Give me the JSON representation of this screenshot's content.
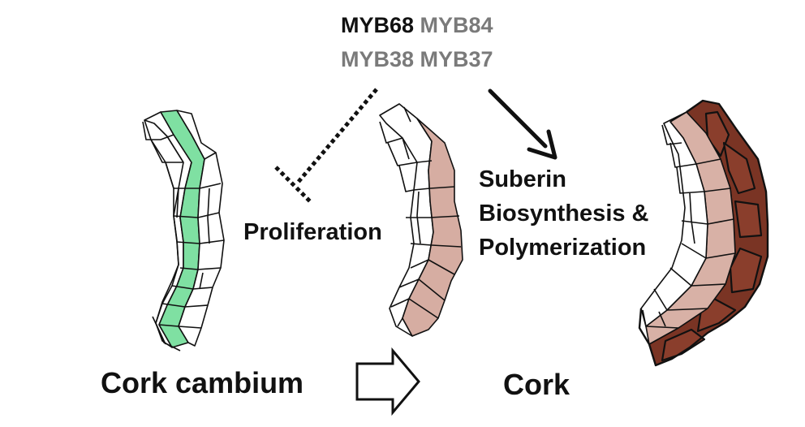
{
  "regulators": {
    "row1": [
      "MYB68",
      "MYB84"
    ],
    "row2": [
      "MYB38",
      "MYB37"
    ],
    "highlight_color": "#111111",
    "other_color": "#7a7a7a"
  },
  "processes": {
    "inhibited": "Proliferation",
    "promoted_line1": "Suberin",
    "promoted_line2": "Biosynthesis &",
    "promoted_line3": "Polymerization"
  },
  "stages": {
    "start": "Cork cambium",
    "end": "Cork"
  },
  "colors": {
    "cambium": "#7fe0a2",
    "early_cork": "#d6ada2",
    "mature_cork_inner": "#d8b1a6",
    "mature_cork_outer": "#7a3424",
    "outline": "#111111"
  },
  "icons": {
    "inhibition": "dotted-inhibition-arrow",
    "activation": "solid-arrow",
    "transition": "hollow-right-arrow"
  }
}
